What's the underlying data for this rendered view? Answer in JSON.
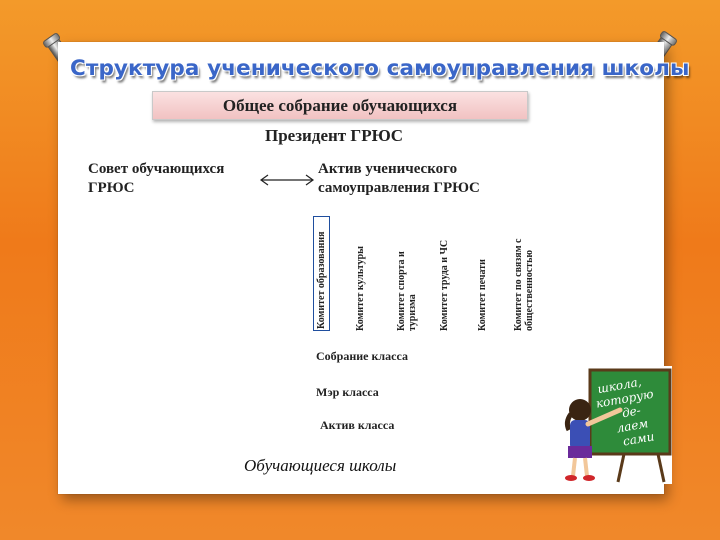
{
  "title": "Структура ученического самоуправления школы",
  "assembly": "Общее собрание обучающихся",
  "president": "Президент ГРЮС",
  "council": {
    "line1": "Совет обучающихся",
    "line2": "ГРЮС"
  },
  "active": {
    "line1": "Актив ученического",
    "line2": "самоуправления ГРЮС"
  },
  "committees": [
    {
      "line1": "Комитет образования",
      "line2": ""
    },
    {
      "line1": "Комитет культуры",
      "line2": ""
    },
    {
      "line1": "Комитет спорта и",
      "line2": "туризма"
    },
    {
      "line1": "Комитет труда и ЧС",
      "line2": ""
    },
    {
      "line1": "Комитет печати",
      "line2": ""
    },
    {
      "line1": "Комитет по связям с",
      "line2": "общественностью"
    }
  ],
  "class_meeting": "Собрание класса",
  "class_mayor": "Мэр класса",
  "class_active": "Актив класса",
  "students": "Обучающиеся школы",
  "chalkboard_text": [
    "школа,",
    "которую",
    "де-",
    "лаем",
    "сами"
  ],
  "colors": {
    "background": "#ef7a1a",
    "title": "#3a66c8",
    "assembly_box": "#f1c2c2",
    "chalkboard": "#2e8b3a",
    "committee_border": "#1f4e9e"
  }
}
